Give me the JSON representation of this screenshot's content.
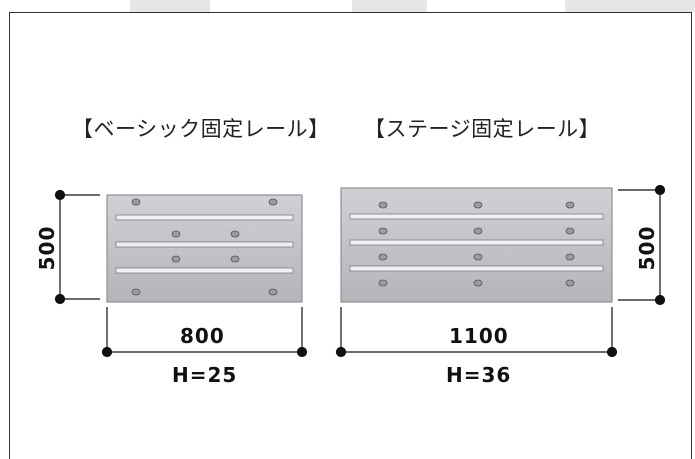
{
  "titles": {
    "basic": "【ベーシック固定レール】",
    "stage": "【ステージ固定レール】"
  },
  "basic_rail": {
    "width_label": "800",
    "depth_label": "500",
    "height_label": "H=25"
  },
  "stage_rail": {
    "width_label": "1100",
    "depth_label": "500",
    "height_label": "H=36"
  },
  "colors": {
    "panel": "#bfc1c4",
    "panel_border": "#8e9094",
    "slot": "#eef0f2",
    "dimension_line": "#111111",
    "frame": "#333333"
  }
}
